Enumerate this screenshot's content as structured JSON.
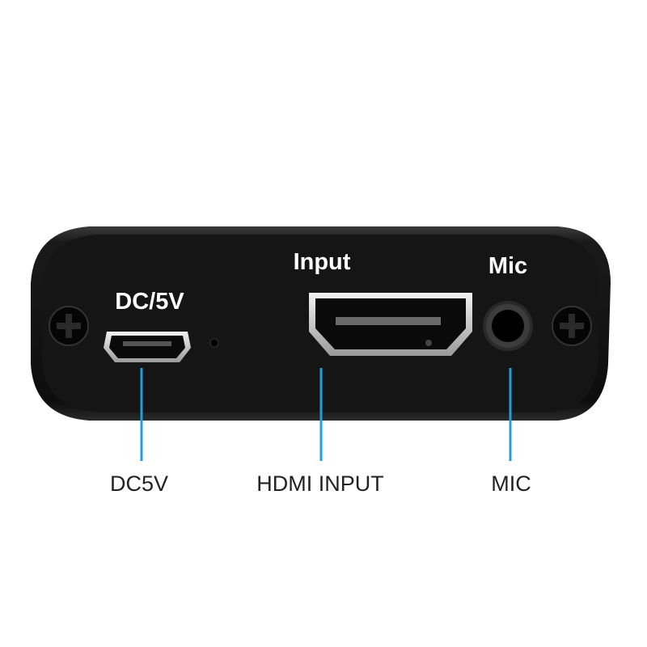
{
  "device": {
    "port_labels": {
      "power": "DC/5V",
      "hdmi": "Input",
      "mic": "Mic"
    }
  },
  "callouts": [
    {
      "label": "DC5V"
    },
    {
      "label": "HDMI INPUT"
    },
    {
      "label": "MIC"
    }
  ],
  "colors": {
    "body": "#111111",
    "callout_line": "#1ea0dc",
    "label_text": "#222222"
  }
}
